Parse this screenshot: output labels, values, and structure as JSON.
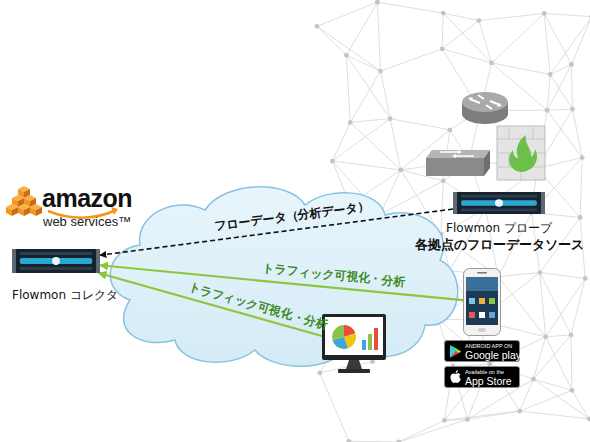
{
  "diagram": {
    "nodes": [
      {
        "text": [
          "Flowmon コレクタ"
        ]
      },
      {
        "text": [
          "Flowmon プローブ",
          "各拠点のフローデータソース"
        ]
      },
      {
        "text": []
      },
      {
        "text": []
      },
      {
        "text": [
          "ANDROID APP ON",
          "Google play"
        ]
      },
      {
        "text": [
          "Available on the",
          "App Store"
        ]
      }
    ],
    "edges": [
      {
        "from": 1,
        "to": 0,
        "label": "フローデータ（分析データ）",
        "arrow": "to"
      },
      {
        "from": 2,
        "to": 0,
        "label": "トラフィック可視化・分析",
        "arrow": "to"
      },
      {
        "from": 3,
        "to": 0,
        "label": "トラフィック可視化・分析",
        "arrow": "to"
      }
    ],
    "labels": [
      "amazon",
      "web services™"
    ]
  }
}
